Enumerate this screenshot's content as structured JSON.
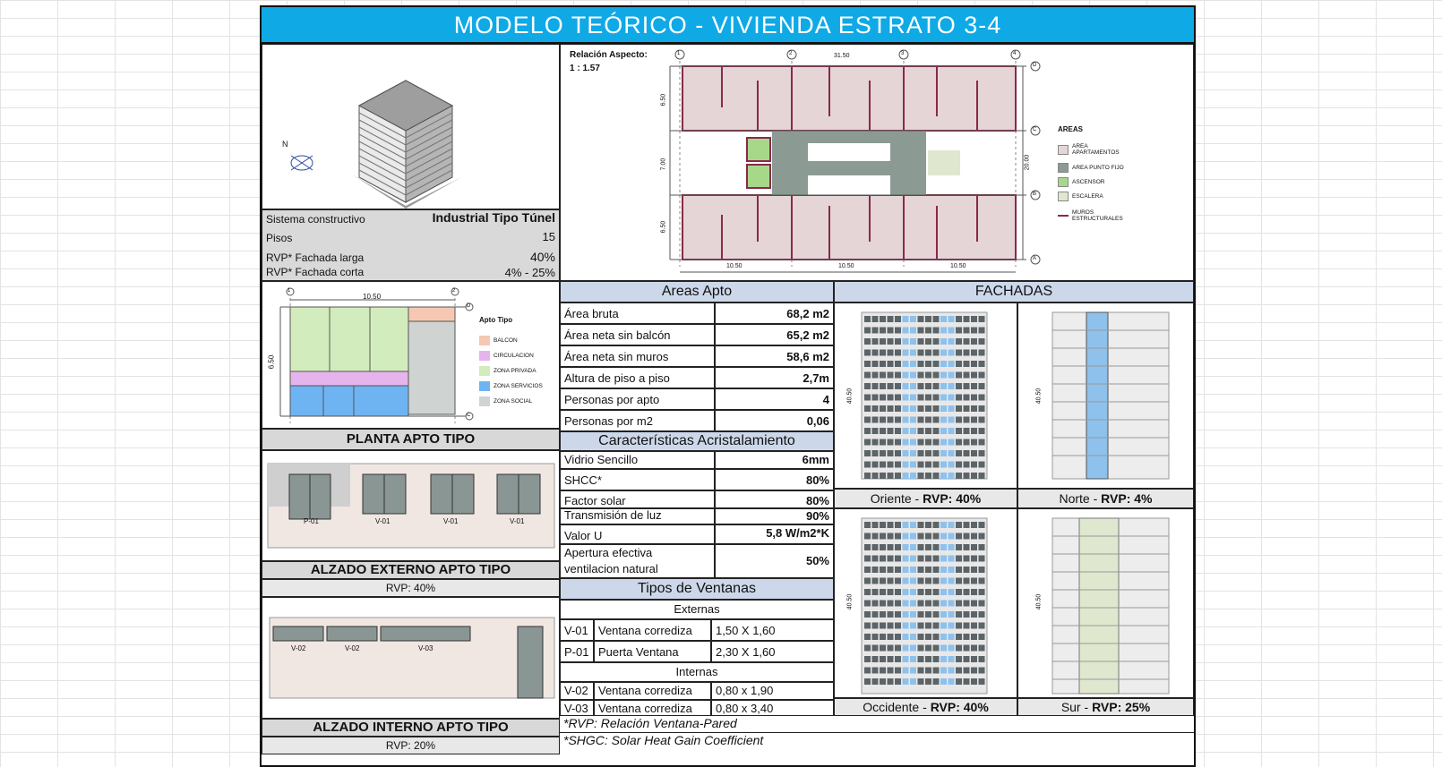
{
  "title": "MODELO TEÓRICO - VIVIENDA ESTRATO 3-4",
  "building": {
    "north": "N",
    "specs": [
      {
        "label": "Sistema constructivo",
        "value": "Industrial Tipo Túnel"
      },
      {
        "label": "Pisos",
        "value": "15"
      },
      {
        "label": "RVP* Fachada larga",
        "value": "40%"
      },
      {
        "label": "RVP* Fachada corta",
        "value": "4% - 25%"
      }
    ]
  },
  "floorplan": {
    "aspect_label": "Relación Aspecto:",
    "aspect_value": "1 : 1.57",
    "dims": {
      "top": "31.50",
      "left_top": "6.50",
      "left_mid": "7.00",
      "left_bot": "6.50",
      "right": "20.00",
      "bottom": [
        "10.50",
        "10.50",
        "10.50"
      ]
    },
    "axes_cols": [
      "1",
      "2",
      "3",
      "4"
    ],
    "axes_rows": [
      "D",
      "C",
      "B",
      "A"
    ],
    "legend_title": "AREAS",
    "legend": [
      {
        "label": "AREA APARTAMENTOS",
        "color": "#e5d5d7"
      },
      {
        "label": "AREA PUNTO FIJO",
        "color": "#8c9a94"
      },
      {
        "label": "ASCENSOR",
        "color": "#a7d88a"
      },
      {
        "label": "ESCALERA",
        "color": "#dfe8cf"
      },
      {
        "label": "MUROS ESTRUCTURALES",
        "color": "#8a2948"
      }
    ]
  },
  "apto_plan": {
    "dim_top": "10.50",
    "dim_left": "6.50",
    "axes": [
      "1",
      "2"
    ],
    "axis_row": "D",
    "axis_row2": "C",
    "legend_title": "Apto Tipo",
    "legend": [
      {
        "label": "BALCON",
        "color": "#f6c8b4"
      },
      {
        "label": "CIRCULACION",
        "color": "#e6b4ec"
      },
      {
        "label": "ZONA PRIVADA",
        "color": "#d3ecbd"
      },
      {
        "label": "ZONA SERVICIOS",
        "color": "#6eb4f3"
      },
      {
        "label": "ZONA SOCIAL",
        "color": "#cfd3d1"
      }
    ],
    "caption": "PLANTA APTO TIPO"
  },
  "alzado_ext": {
    "labels": [
      "P-01",
      "V-01",
      "V-01",
      "V-01"
    ],
    "caption": "ALZADO EXTERNO APTO TIPO",
    "rvp": "RVP: 40%"
  },
  "alzado_int": {
    "labels": [
      "V-02",
      "V-02",
      "V-03"
    ],
    "caption": "ALZADO INTERNO APTO TIPO",
    "rvp": "RVP: 20%"
  },
  "areas": {
    "header": "Areas Apto",
    "rows": [
      {
        "label": "Área bruta",
        "value": "68,2 m2"
      },
      {
        "label": "Área neta sin balcón",
        "value": "65,2 m2"
      },
      {
        "label": "Área neta sin muros",
        "value": "58,6 m2"
      },
      {
        "label": "Altura de piso a piso",
        "value": "2,7m"
      },
      {
        "label": "Personas por apto",
        "value": "4"
      },
      {
        "label": "Personas por m2",
        "value": "0,06"
      }
    ]
  },
  "glazing": {
    "header": "Características Acristalamiento",
    "rows": [
      {
        "label": "Vidrio Sencillo",
        "value": "6mm"
      },
      {
        "label": "SHCC*",
        "value": "80%"
      },
      {
        "label": "Factor solar",
        "value": "80%"
      },
      {
        "label": "Transmisión de luz",
        "value": "90%"
      },
      {
        "label": "Valor U",
        "value": "5,8 W/m2*K"
      }
    ],
    "vent_label_1": "Apertura efectiva",
    "vent_label_2": "ventilacion natural",
    "vent_value": "50%"
  },
  "windows": {
    "header": "Tipos de Ventanas",
    "ext_label": "Externas",
    "int_label": "Internas",
    "external": [
      {
        "code": "V-01",
        "type": "Ventana corrediza",
        "size": "1,50 X 1,60"
      },
      {
        "code": "P-01",
        "type": "Puerta Ventana",
        "size": "2,30 X 1,60"
      }
    ],
    "internal": [
      {
        "code": "V-02",
        "type": "Ventana corrediza",
        "size": "0,80 x 1,90"
      },
      {
        "code": "V-03",
        "type": "Ventana corrediza",
        "size": "0,80 x 3,40"
      }
    ]
  },
  "facades": {
    "header": "FACHADAS",
    "height_label": "40.50",
    "items": [
      {
        "name": "Oriente",
        "rvp": "RVP: 40%"
      },
      {
        "name": "Norte",
        "rvp": "RVP: 4%"
      },
      {
        "name": "Occidente",
        "rvp": "RVP: 40%"
      },
      {
        "name": "Sur",
        "rvp": "RVP: 25%"
      }
    ]
  },
  "notes": [
    "*RVP: Relación Ventana-Pared",
    "*SHGC: Solar Heat Gain Coefficient"
  ]
}
